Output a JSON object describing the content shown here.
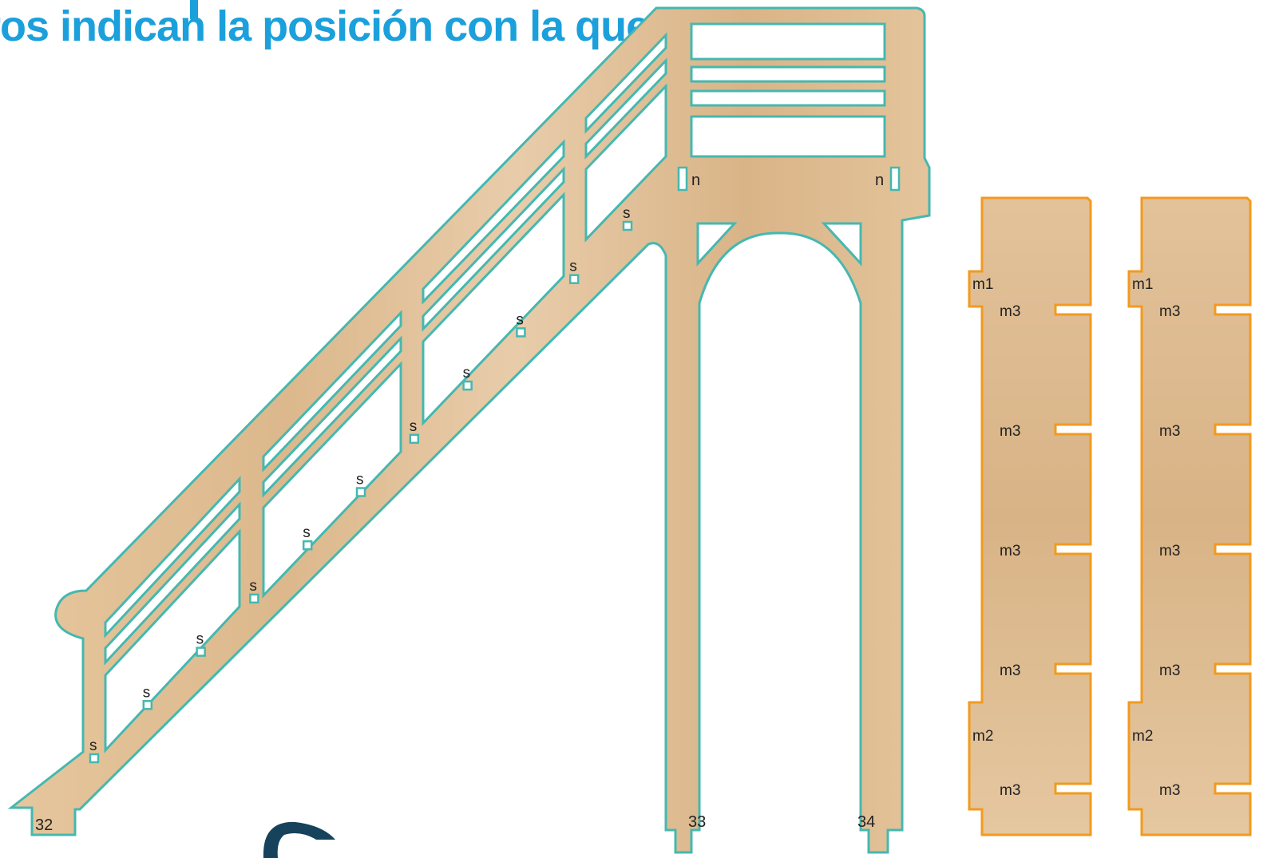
{
  "heading": "ros indican la posición con la que van",
  "colors": {
    "heading": "#1ba0dc",
    "wood": "#e3c39a",
    "teal_outline": "#45b8b0",
    "orange_outline": "#f29a1e",
    "logo": "#16425b"
  },
  "pieces": {
    "stair": {
      "number": "32",
      "step_slot_label": "s",
      "step_slot_count": 11
    },
    "landing_left_leg": {
      "number": "33"
    },
    "landing_right_leg": {
      "number": "34"
    },
    "landing_slot_label": "n",
    "panel_left": {
      "top_tab": "m1",
      "bottom_tab": "m2",
      "slot_labels": [
        "m3",
        "m3",
        "m3",
        "m3",
        "m3"
      ]
    },
    "panel_right": {
      "top_tab": "m1",
      "bottom_tab": "m2",
      "slot_labels": [
        "m3",
        "m3",
        "m3",
        "m3",
        "m3"
      ]
    }
  }
}
